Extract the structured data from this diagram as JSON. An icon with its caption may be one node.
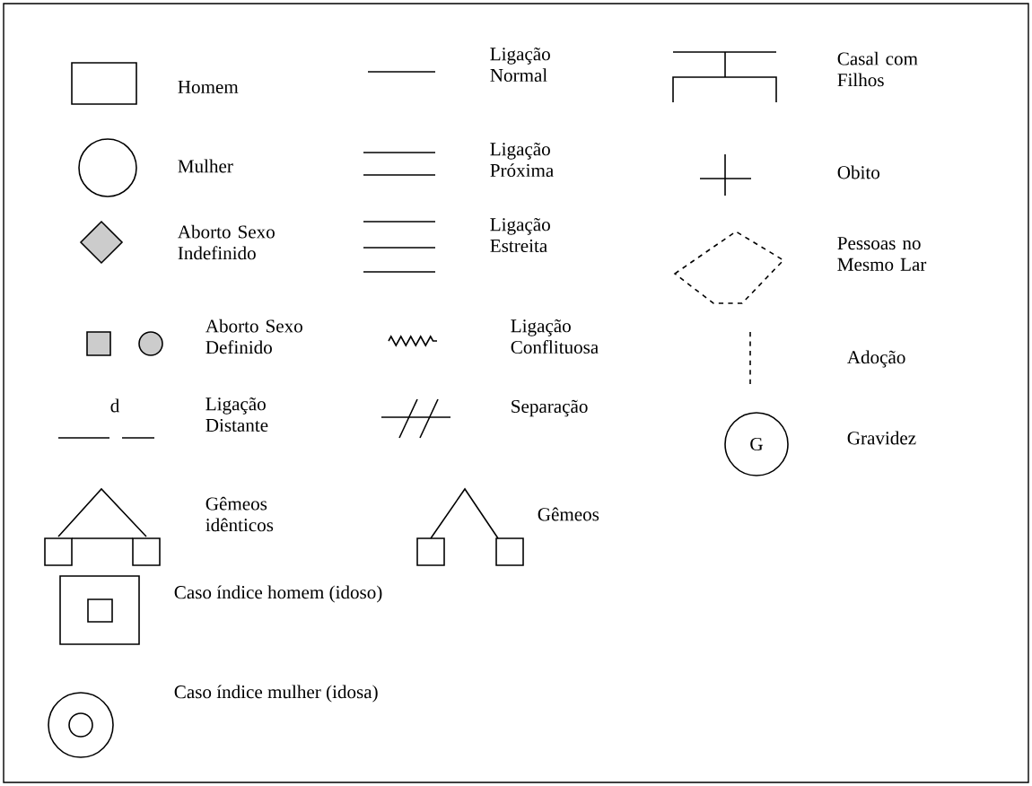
{
  "diagram": {
    "nodes": [
      {
        "text": [
          "G"
        ]
      }
    ],
    "labels": [
      "d"
    ],
    "legend": [
      {
        "text": "Homem"
      },
      {
        "text": "Mulher"
      },
      {
        "text": "Aborto Sexo Indefinido"
      },
      {
        "text": "Aborto Sexo Definido"
      },
      {
        "text": "Ligação Distante"
      },
      {
        "text": "Gêmeos idênticos"
      },
      {
        "text": "Gêmeos"
      },
      {
        "text": "Caso índice homem (idoso)"
      },
      {
        "text": "Caso índice mulher (idosa)"
      },
      {
        "text": "Ligação Normal"
      },
      {
        "text": "Ligação Próxima"
      },
      {
        "text": "Ligação Estreita"
      },
      {
        "text": "Ligação Conflituosa"
      },
      {
        "text": "Separação"
      },
      {
        "text": "Casal com Filhos"
      },
      {
        "text": "Obito"
      },
      {
        "text": "Pessoas no Mesmo Lar"
      },
      {
        "text": "Adoção"
      },
      {
        "text": "Gravidez"
      }
    ]
  }
}
